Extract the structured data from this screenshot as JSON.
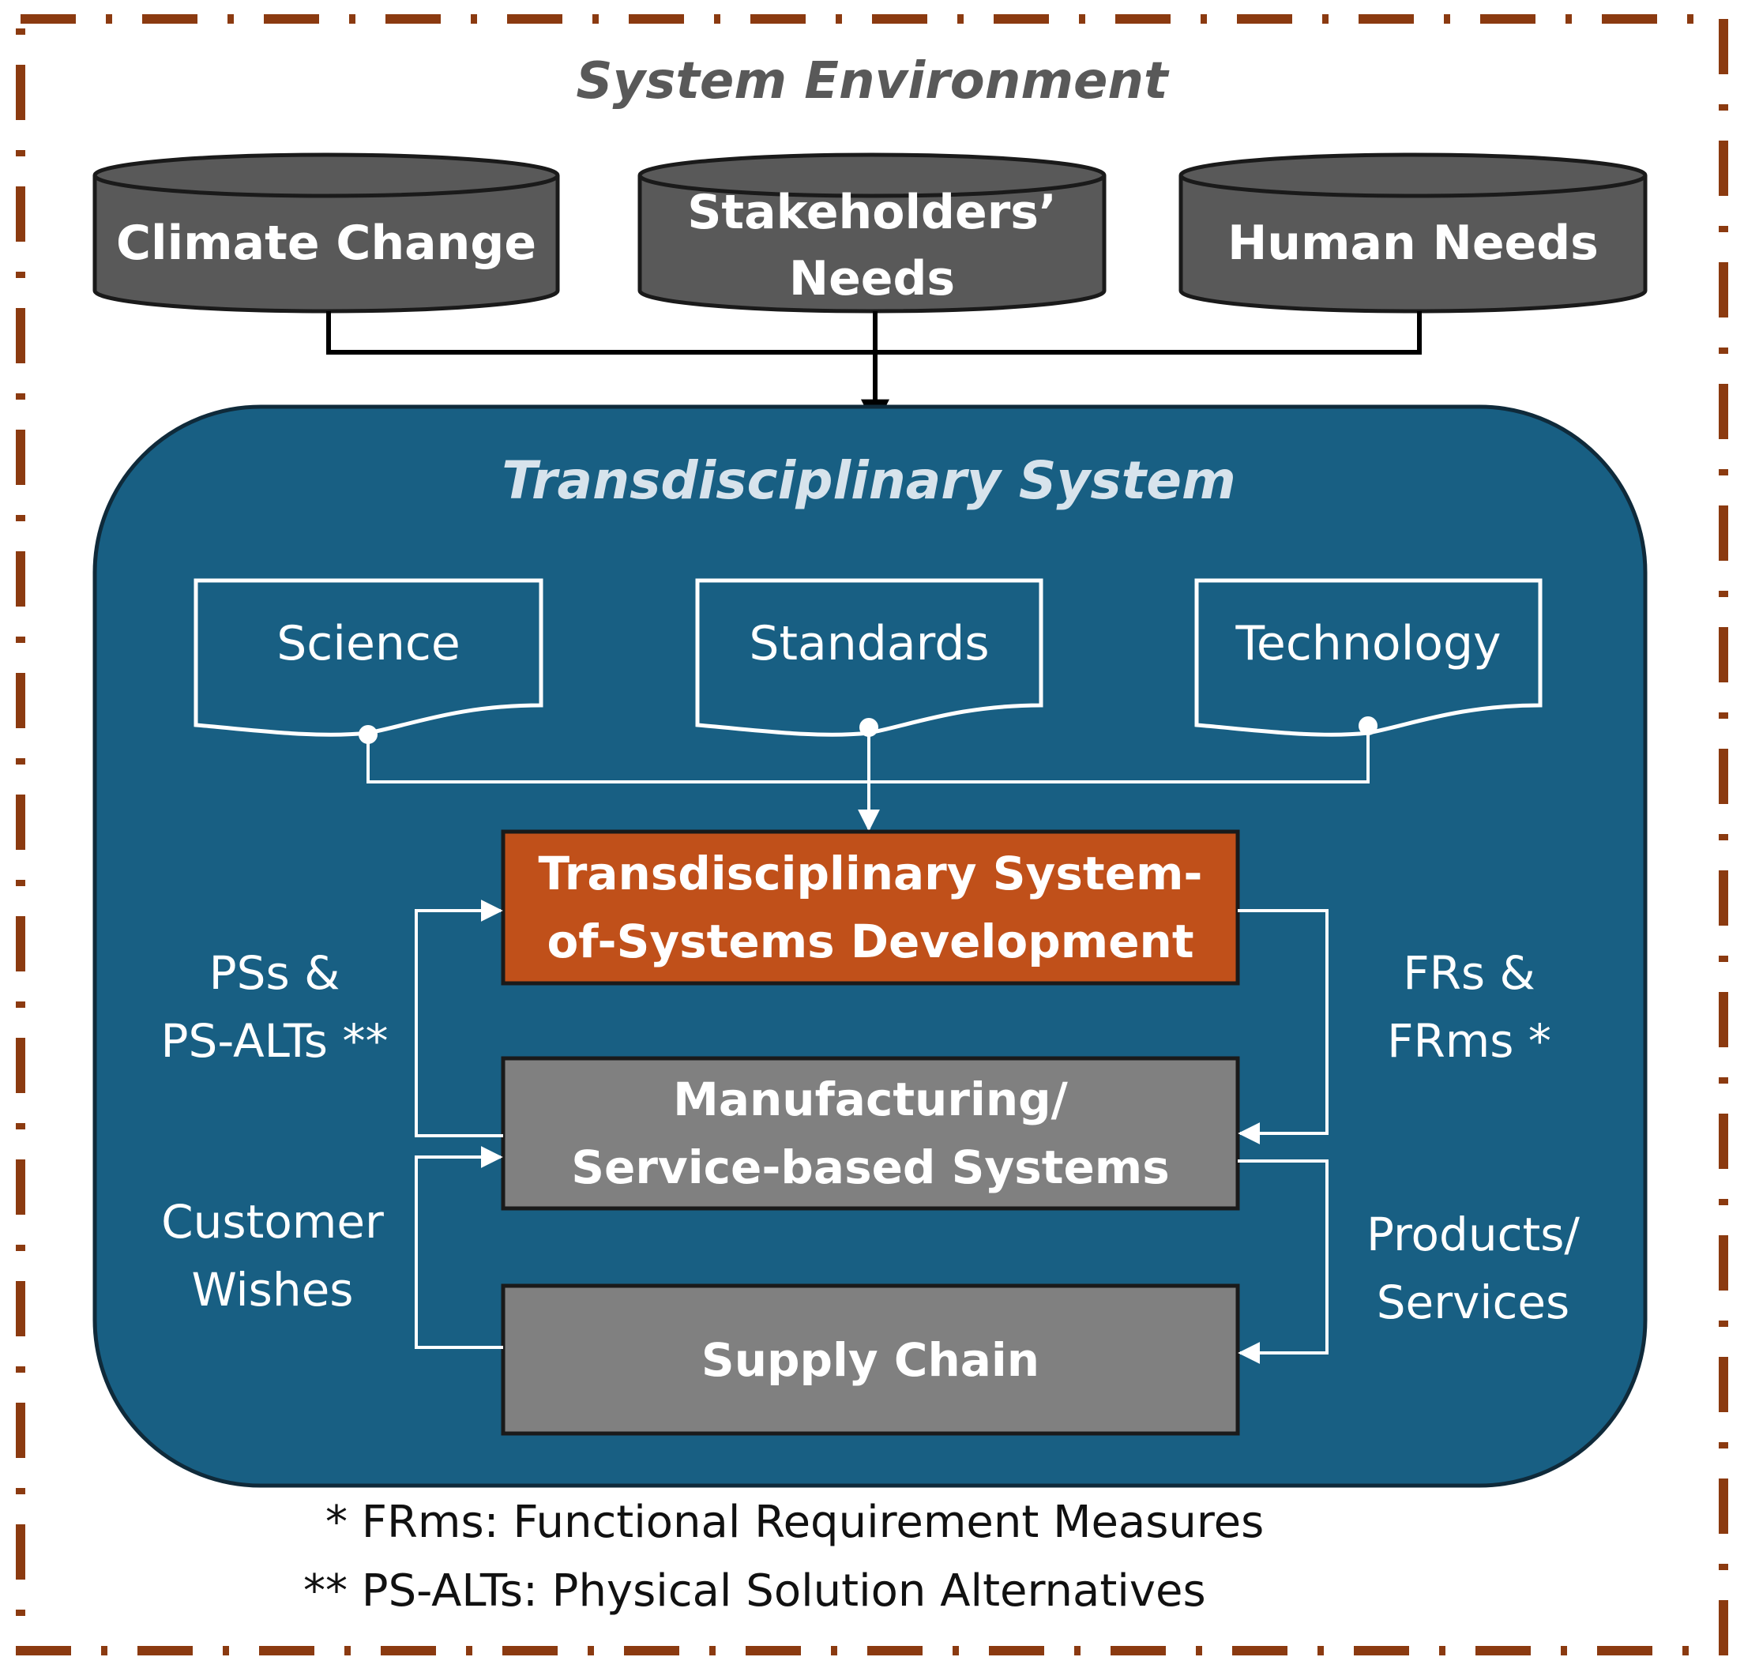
{
  "environment": {
    "title": "System Environment"
  },
  "inputs": [
    {
      "label": "Climate Change"
    },
    {
      "label": "Stakeholders’\nNeeds"
    },
    {
      "label": "Human Needs"
    }
  ],
  "system": {
    "title": "Transdisciplinary System",
    "documents": [
      {
        "label": "Science"
      },
      {
        "label": "Standards"
      },
      {
        "label": "Technology"
      }
    ],
    "boxes": {
      "development": "Transdisciplinary System-\nof-Systems Development",
      "manufacturing": "Manufacturing/\nService-based Systems",
      "supply_chain": "Supply Chain"
    },
    "flow_labels": {
      "ps": "PSs &\nPS-ALTs **",
      "fr": "FRs &\nFRms *",
      "customer": "Customer\nWishes",
      "products": "Products/\nServices"
    }
  },
  "footnotes": {
    "frms": "* FRms: Functional Requirement Measures",
    "psalts": "** PS-ALTs: Physical Solution Alternatives"
  },
  "colors": {
    "border_dash": "#8b3a10",
    "system_fill": "#185f83",
    "cylinder_fill": "#595959",
    "development_fill": "#c0501a",
    "grey_box_fill": "#808080",
    "dark_outline": "#1a1a1a"
  }
}
